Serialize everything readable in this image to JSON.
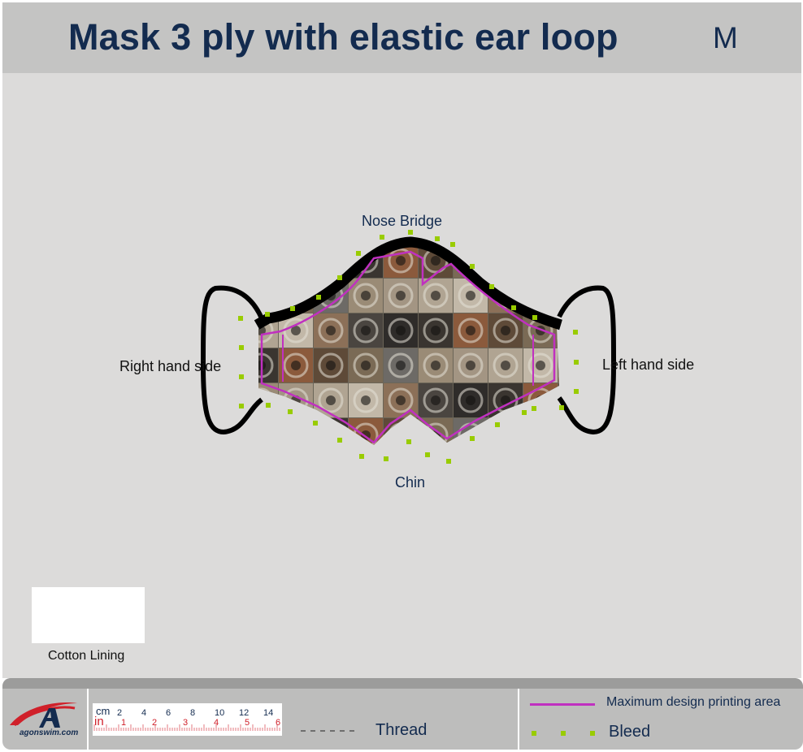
{
  "header": {
    "title": "Mask 3 ply with elastic ear loop",
    "size": "M"
  },
  "labels": {
    "nose_bridge": "Nose Bridge",
    "chin": "Chin",
    "right_side": "Right hand side",
    "left_side": "Left hand side",
    "cotton_lining": "Cotton Lining"
  },
  "footer": {
    "logo_text": "agonswim.com",
    "ruler_cm_label": "cm",
    "ruler_in_label": "in",
    "ruler_cm_ticks": [
      "2",
      "4",
      "6",
      "8",
      "10",
      "12",
      "14"
    ],
    "ruler_in_ticks": [
      "1",
      "2",
      "3",
      "4",
      "5",
      "6"
    ],
    "thread_label": "Thread",
    "legend_print_area": "Maximum design printing area",
    "legend_bleed": "Bleed"
  },
  "colors": {
    "title": "#132b4f",
    "print_area_line": "#c030c0",
    "bleed": "#99cc00",
    "outline": "#000000"
  }
}
